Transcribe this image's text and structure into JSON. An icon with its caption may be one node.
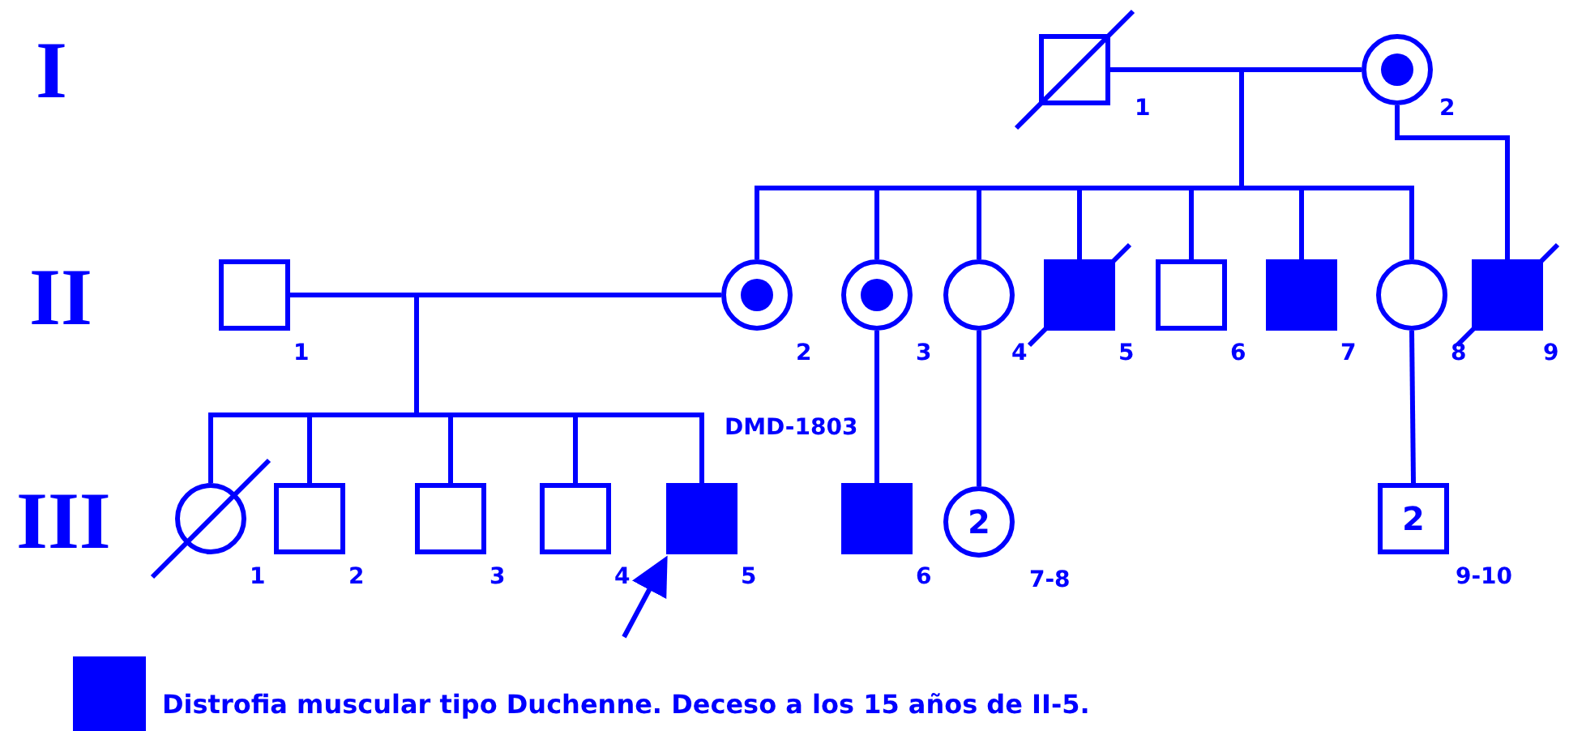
{
  "diagram": {
    "nodes": [
      {
        "text": [],
        "shape": "box",
        "beside": [
          "1"
        ]
      },
      {
        "text": [],
        "shape": "circle",
        "beside": [
          "2"
        ]
      },
      {
        "text": [],
        "shape": "box",
        "beside": [
          "1"
        ]
      },
      {
        "text": [],
        "shape": "circle",
        "beside": [
          "2"
        ]
      },
      {
        "text": [],
        "shape": "circle",
        "beside": [
          "3"
        ]
      },
      {
        "text": [],
        "shape": "circle",
        "beside": [
          "4"
        ]
      },
      {
        "text": [],
        "shape": "box",
        "beside": [
          "5"
        ]
      },
      {
        "text": [],
        "shape": "box",
        "beside": [
          "6"
        ]
      },
      {
        "text": [],
        "shape": "box",
        "beside": [
          "7"
        ]
      },
      {
        "text": [],
        "shape": "circle",
        "beside": [
          "8"
        ]
      },
      {
        "text": [],
        "shape": "box",
        "beside": [
          "9"
        ]
      },
      {
        "text": [],
        "shape": "circle",
        "beside": [
          "1"
        ]
      },
      {
        "text": [],
        "shape": "box",
        "beside": [
          "2"
        ]
      },
      {
        "text": [],
        "shape": "box",
        "beside": [
          "3"
        ]
      },
      {
        "text": [],
        "shape": "box",
        "beside": [
          "4"
        ]
      },
      {
        "text": [],
        "shape": "box",
        "beside": [
          "DMD-1803",
          "5"
        ]
      },
      {
        "text": [],
        "shape": "box",
        "beside": [
          "6"
        ]
      },
      {
        "text": [
          "2"
        ],
        "beside": [
          "7-8"
        ]
      },
      {
        "text": [
          "2"
        ],
        "beside": [
          "9-10"
        ]
      }
    ],
    "edges": [
      {
        "from": 0,
        "to": 1,
        "arrow": "none"
      },
      {
        "from": 0,
        "to": 3,
        "arrow": "none"
      },
      {
        "from": 1,
        "to": 3,
        "arrow": "none"
      },
      {
        "from": 0,
        "to": 4,
        "arrow": "none"
      },
      {
        "from": 1,
        "to": 4,
        "arrow": "none"
      },
      {
        "from": 0,
        "to": 5,
        "arrow": "none"
      },
      {
        "from": 1,
        "to": 5,
        "arrow": "none"
      },
      {
        "from": 0,
        "to": 6,
        "arrow": "none"
      },
      {
        "from": 1,
        "to": 6,
        "arrow": "none"
      },
      {
        "from": 0,
        "to": 7,
        "arrow": "none"
      },
      {
        "from": 1,
        "to": 7,
        "arrow": "none"
      },
      {
        "from": 0,
        "to": 8,
        "arrow": "none"
      },
      {
        "from": 1,
        "to": 8,
        "arrow": "none"
      },
      {
        "from": 0,
        "to": 9,
        "arrow": "none"
      },
      {
        "from": 1,
        "to": 9,
        "arrow": "none"
      },
      {
        "from": 1,
        "to": 10,
        "arrow": "none"
      },
      {
        "from": 2,
        "to": 3,
        "arrow": "none"
      },
      {
        "from": 2,
        "to": 11,
        "arrow": "none"
      },
      {
        "from": 3,
        "to": 11,
        "arrow": "none"
      },
      {
        "from": 2,
        "to": 12,
        "arrow": "none"
      },
      {
        "from": 3,
        "to": 12,
        "arrow": "none"
      },
      {
        "from": 2,
        "to": 13,
        "arrow": "none"
      },
      {
        "from": 3,
        "to": 13,
        "arrow": "none"
      },
      {
        "from": 2,
        "to": 14,
        "arrow": "none"
      },
      {
        "from": 3,
        "to": 14,
        "arrow": "none"
      },
      {
        "from": 2,
        "to": 15,
        "arrow": "none"
      },
      {
        "from": 3,
        "to": 15,
        "arrow": "none"
      },
      {
        "from": 4,
        "to": 16,
        "arrow": "none"
      },
      {
        "from": 5,
        "to": 17,
        "arrow": "none"
      },
      {
        "from": 9,
        "to": 18,
        "arrow": "none"
      },
      {
        "from": null,
        "to": 15,
        "arrow": "to"
      }
    ],
    "labels": [
      "I",
      "II",
      "III"
    ],
    "legend": [
      {
        "text": "Distrofia muscular tipo Duchenne. Deceso a los 15 años de II-5.",
        "color": "#0000ff"
      }
    ]
  }
}
